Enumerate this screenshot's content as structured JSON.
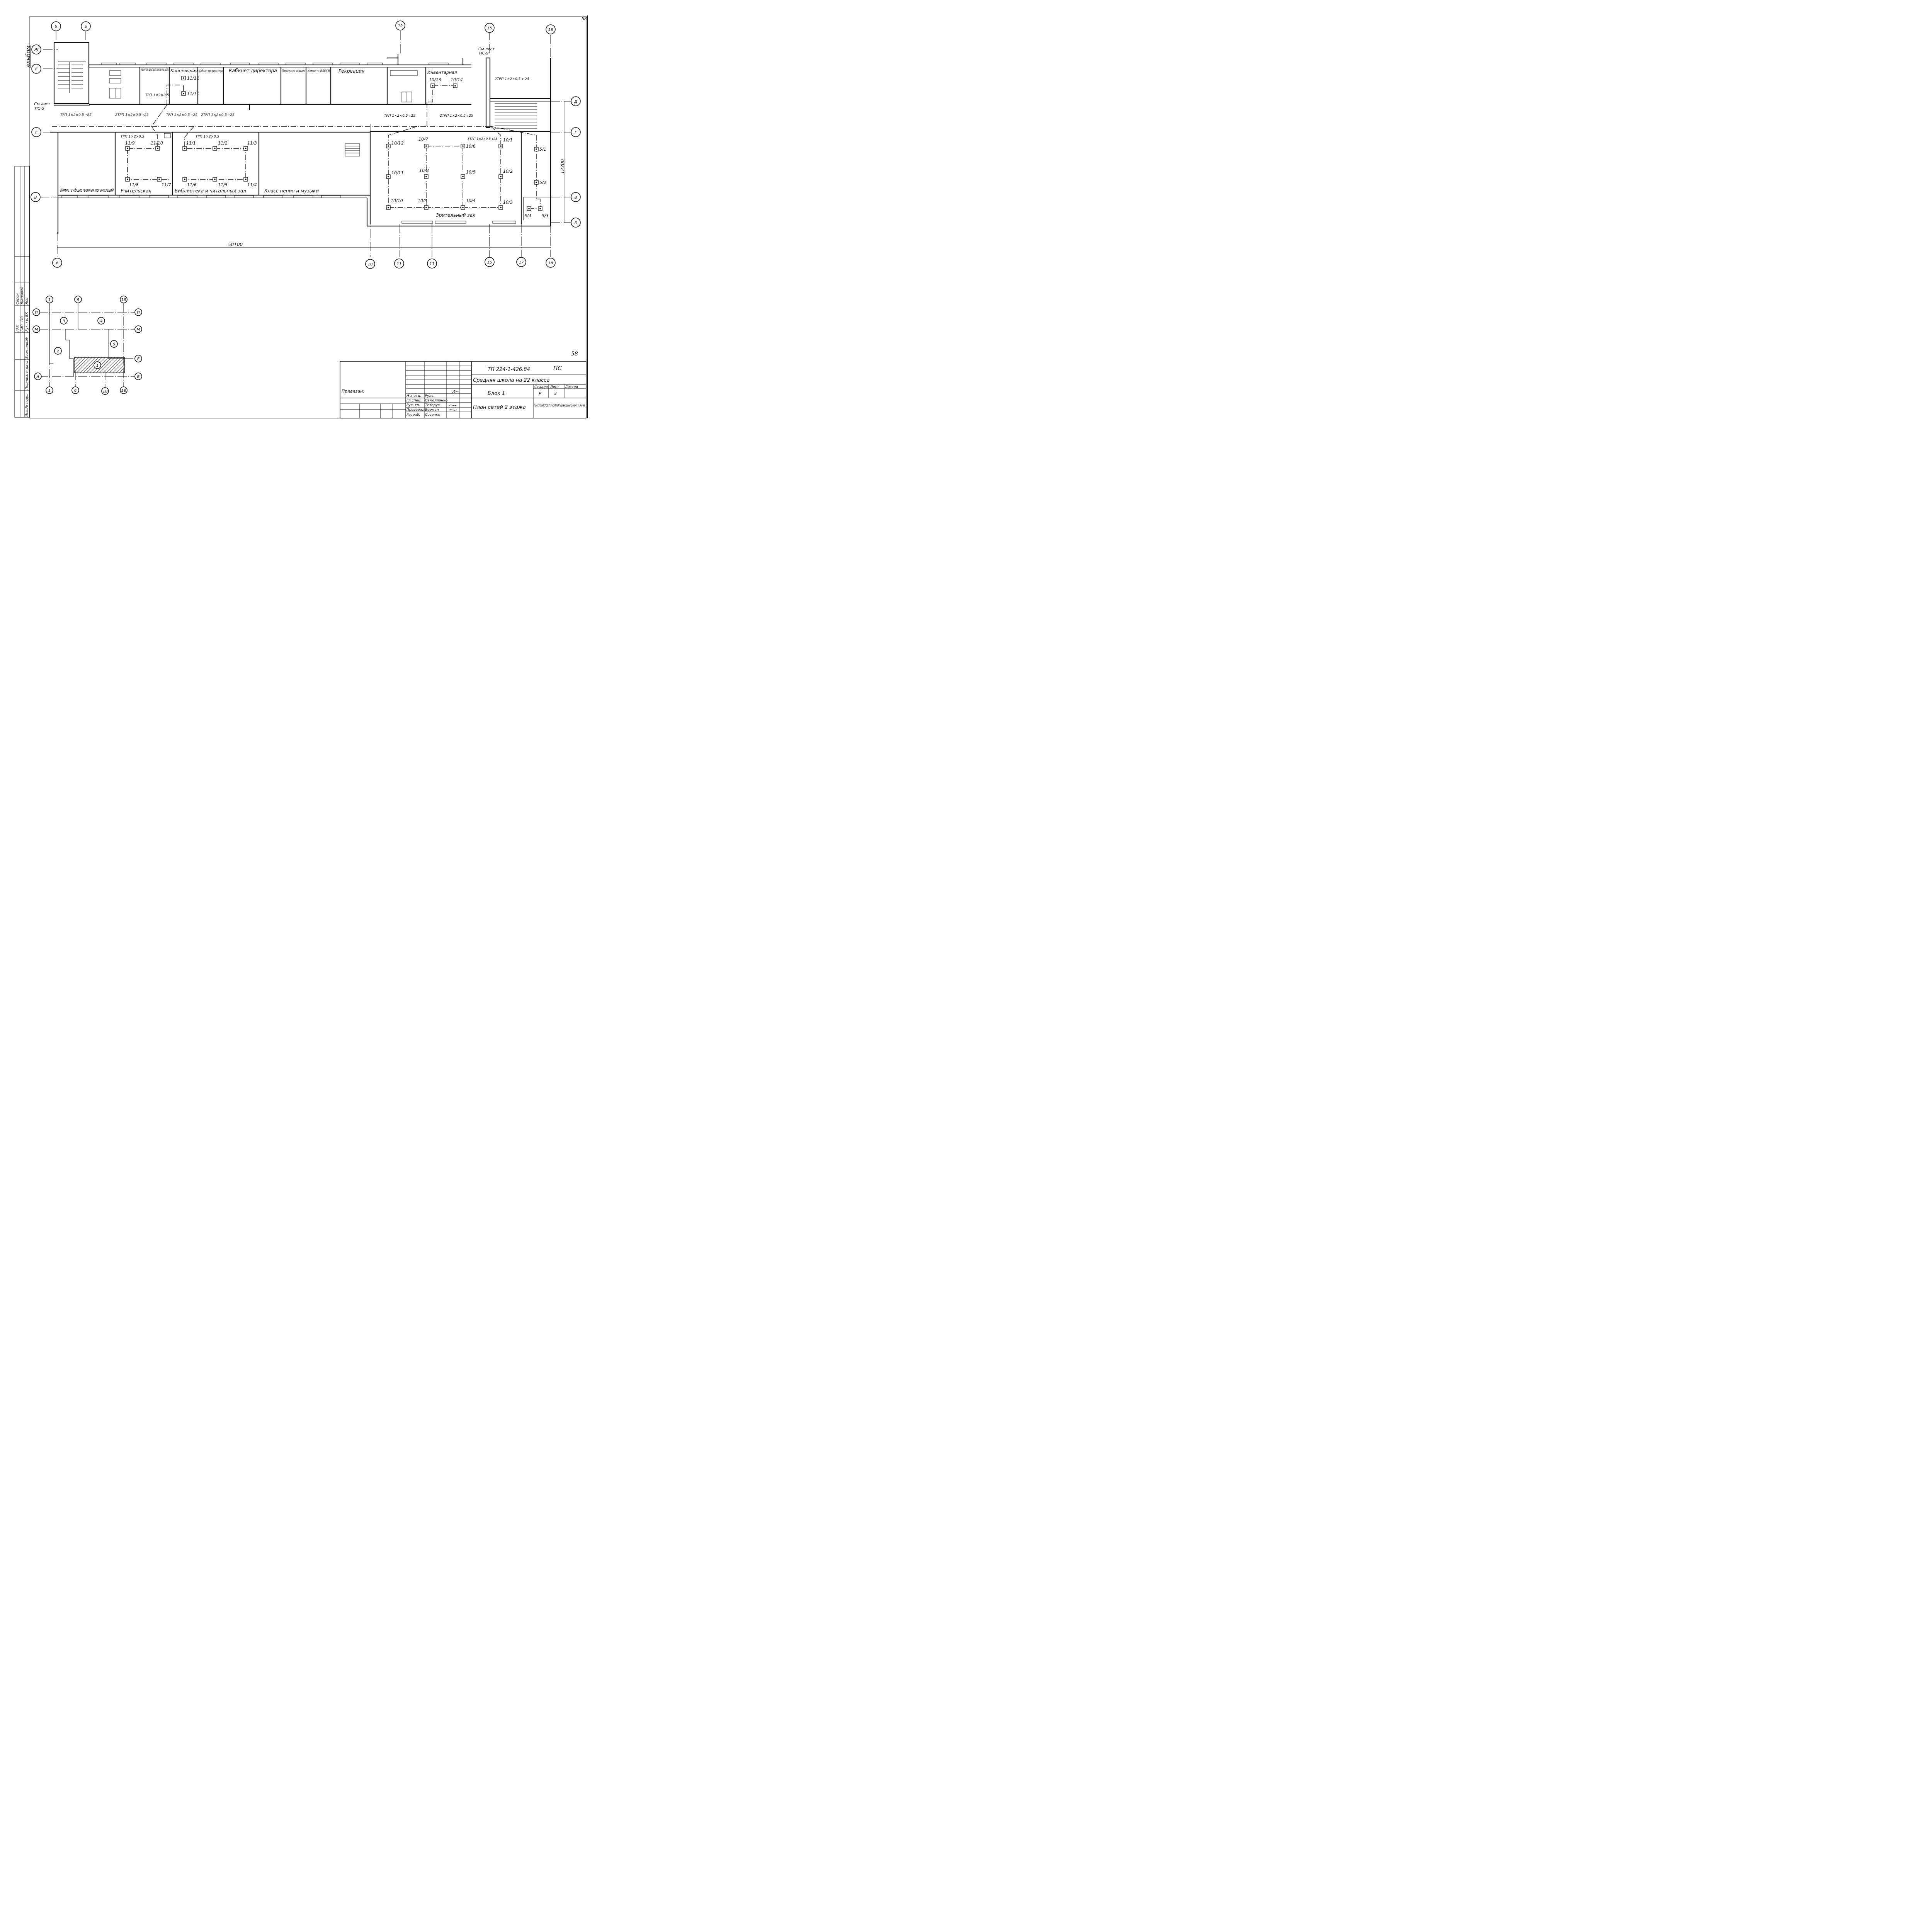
{
  "sheet_number": "58",
  "album_label": "альбом",
  "sheet_refs": {
    "ps5_line1": "См.лист",
    "ps5_line2": "ПС-5",
    "ps9_line1": "См.лист",
    "ps9_line2": "ПС-9"
  },
  "top_axes": [
    "б",
    "в",
    "12",
    "15",
    "18"
  ],
  "bottom_axes": [
    "6",
    "10",
    "11",
    "13",
    "15",
    "17",
    "18"
  ],
  "left_axes": [
    "Ж",
    "Е",
    "Г",
    "В"
  ],
  "right_axes": [
    "Д",
    "Г",
    "В",
    "Б"
  ],
  "rooms": {
    "zam_director": "Кабинет зам. директора по внеклас-сной работе",
    "kancelyariya": "Канцелярия",
    "zam_director2": "Кабинет зам.дирек-тора",
    "director": "Кабинет директора",
    "pioneer": "Пионерская комната",
    "vlksm": "Комната ВЛКСМ",
    "recreation": "Рекреация",
    "inventory": "Инвентарная",
    "public_org": "Комната общественных организаций",
    "teachers": "Учительская",
    "library": "Библиотека и читальный зал",
    "music": "Класс пения и музыки",
    "hall": "Зрительный зал"
  },
  "cable_labels": [
    "ТРП 1×2×0,5",
    "ТРП 1×2×0,5 т25",
    "2ТРП 1×2×0,5 т25",
    "ТРП 1×2×0,5 т25",
    "2ТРП 1×2×0,5 т25",
    "2ТРП 1×2×0,5 т25",
    "ТРП 1×2×0,5 т25",
    "2ТРП 1×2×0,5 т25",
    "2ТРП 1×2×0,5 т.25",
    "ТРП 1×2×0,5",
    "ТРП 1×2×0,5",
    "5ТРП 1×2×0,5 т25"
  ],
  "devices": [
    "11/12",
    "11/11",
    "11/9",
    "11/10",
    "11/1",
    "11/2",
    "11/3",
    "11/8",
    "11/7",
    "11/6",
    "11/5",
    "11/4",
    "10/13",
    "10/14",
    "10/12",
    "10/7",
    "10/6",
    "10/1",
    "10/11",
    "10/8",
    "10/5",
    "10/2",
    "10/10",
    "10/9",
    "10/4",
    "10/3",
    "5/1",
    "5/2",
    "5/4",
    "5/3"
  ],
  "dimensions": {
    "length": "50100",
    "width": "12300"
  },
  "key_plan": {
    "axes_top": [
      "1",
      "9",
      "18"
    ],
    "axes_bottom": [
      "1",
      "6",
      "10",
      "18"
    ],
    "axes_sides": [
      "П",
      "М",
      "Е",
      "А",
      "Б"
    ],
    "blocks": [
      "1",
      "2",
      "3",
      "4",
      "5"
    ]
  },
  "left_stamp": {
    "roles": [
      "ГАП",
      "ГИП",
      "Рук. гр. ВК",
      "Рук. гр. ЭЛ"
    ],
    "names": [
      "Сорон",
      "Лысковой",
      "Лев",
      "Вашинин"
    ],
    "sections": [
      "ОВ"
    ],
    "columns": [
      "Инв.№ подл.",
      "Подпись и дата",
      "Взам.инв.№"
    ]
  },
  "title_block": {
    "tied": "Привязан:",
    "doc_code": "ТП 224-1-426.84",
    "mark": "ПС",
    "project": "Средняя школа на 22 класса",
    "block": "Блок 1",
    "sheet_title": "План сетей 2 этажа",
    "stage_header": "Стадия",
    "sheet_header": "Лист",
    "sheets_header": "Листов",
    "stage": "Р",
    "sheet": "3",
    "org": "Госстрой УССР УкрНИИПгражданпроект г.Киев",
    "roles": [
      "Н-к отд.",
      "Гл.спец.",
      "Рук. гр.",
      "Проверил",
      "Разраб."
    ],
    "names": [
      "Рудь",
      "Самойленко",
      "Тетерук",
      "Берман",
      "Сосенко"
    ]
  }
}
